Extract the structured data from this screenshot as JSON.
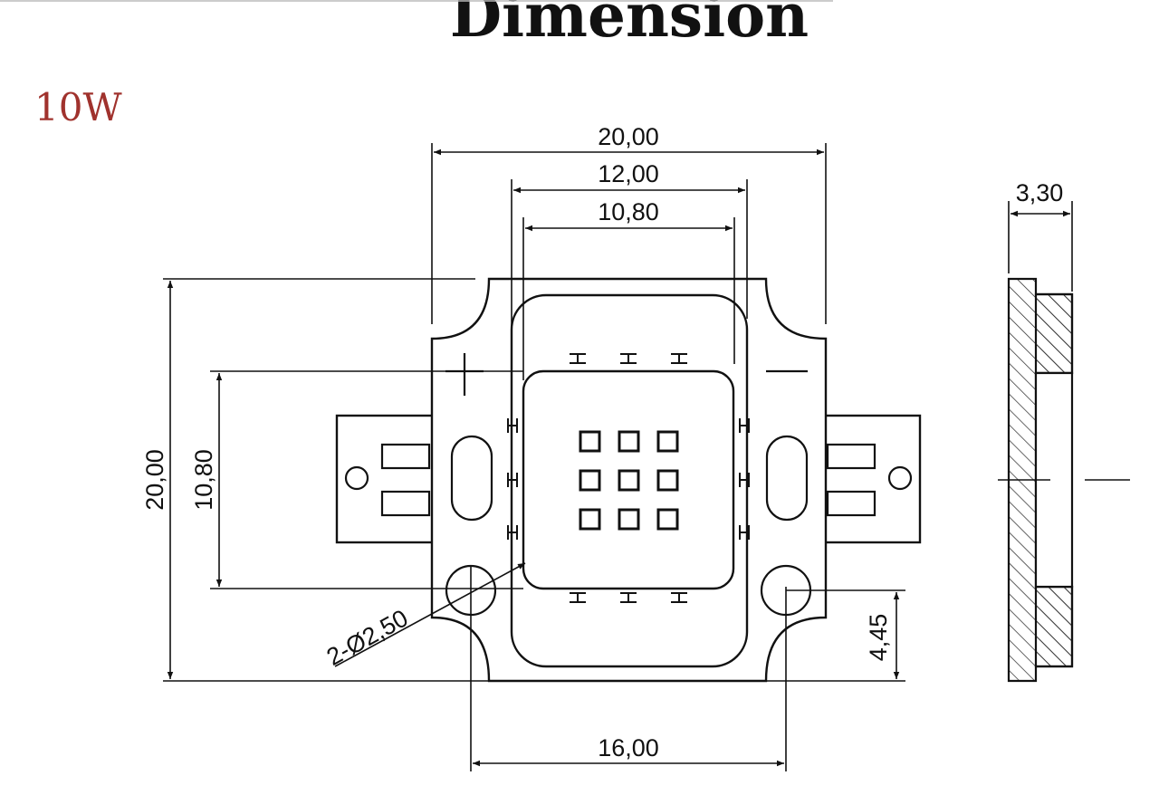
{
  "header": {
    "title": "Dimension",
    "power_label": "10W"
  },
  "dimensions": {
    "overall_width": "20,00",
    "lens_width": "12,00",
    "chip_width": "10,80",
    "overall_height": "20,00",
    "chip_height": "10,80",
    "holes": "2-Ø2,50",
    "hole_spacing": "16,00",
    "hole_offset": "4,45",
    "thickness": "3,30"
  },
  "colors": {
    "line": "#111111",
    "title": "#111111",
    "power": "#a0322d"
  },
  "led_grid": {
    "rows": 3,
    "cols": 3
  }
}
